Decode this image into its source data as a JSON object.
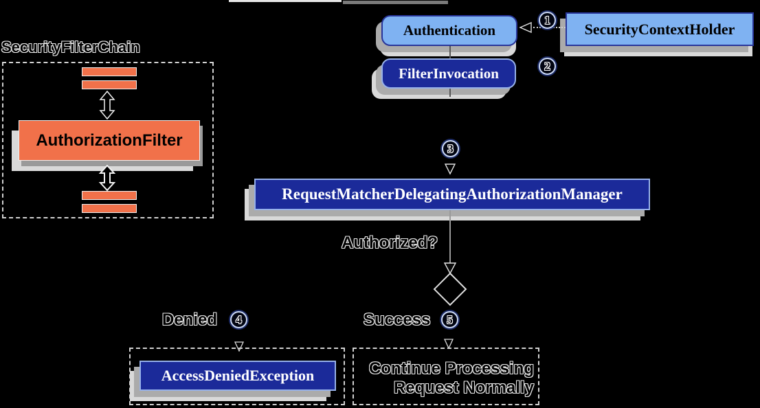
{
  "colors": {
    "orange": "#F1714A",
    "light_blue": "#7FB2F2",
    "navy": "#1B2A99",
    "shadow_gray": "#ABABAB",
    "shadow_light": "#D9D9D9"
  },
  "chain": {
    "title": "SecurityFilterChain",
    "filter_label": "AuthorizationFilter"
  },
  "nodes": {
    "authentication": "Authentication",
    "filter_invocation": "FilterInvocation",
    "security_context_holder": "SecurityContextHolder",
    "request_matcher": "RequestMatcherDelegatingAuthorizationManager",
    "access_denied": "AccessDeniedException",
    "continue_processing": {
      "line1": "Continue Processing",
      "line2": "Request Normally"
    }
  },
  "labels": {
    "question": "Authorized?",
    "denied": "Denied",
    "success": "Success"
  },
  "steps": [
    "1",
    "2",
    "3",
    "4",
    "5"
  ]
}
